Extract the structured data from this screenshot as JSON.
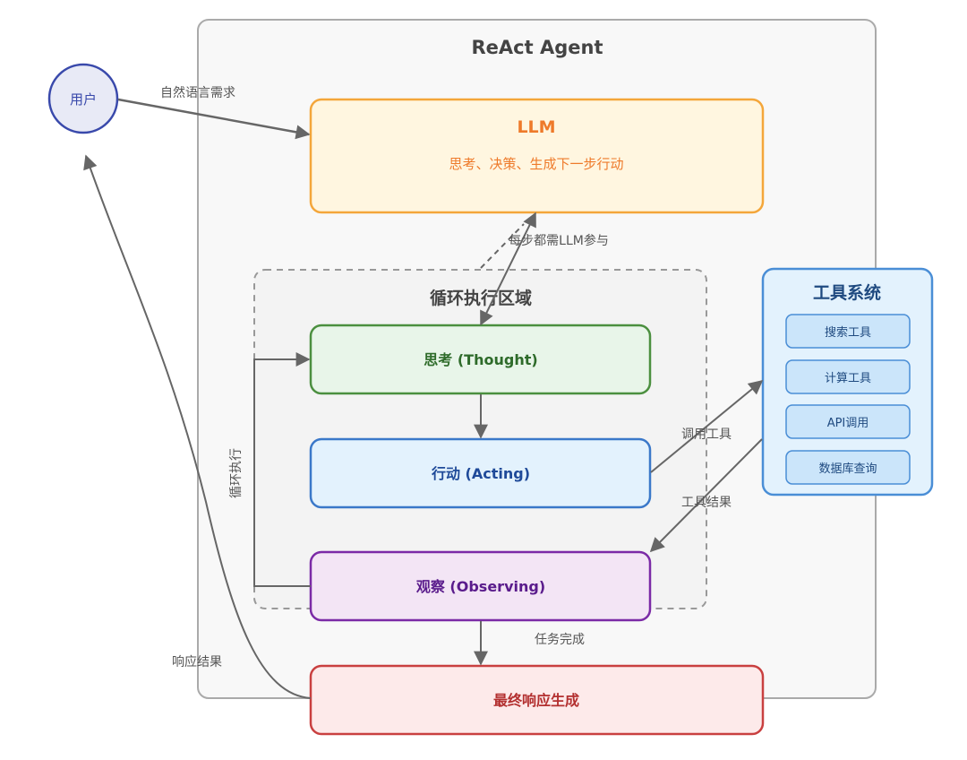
{
  "title": "ReAct Agent",
  "colors": {
    "arrow": "#666666",
    "text_gray": "#555555",
    "container_fill": "#f8f8f8",
    "container_stroke": "#aaaaaa",
    "loop_fill": "#f3f3f3",
    "loop_stroke": "#999999",
    "user_fill": "#e8eaf6",
    "user_stroke": "#3949ab",
    "llm_fill": "#fff6e0",
    "llm_stroke": "#f4a63a",
    "llm_text": "#ee7a2a",
    "thought_fill": "#e8f5e9",
    "thought_stroke": "#4b8f3f",
    "thought_text": "#2e6b2a",
    "acting_fill": "#e3f2fd",
    "acting_stroke": "#3a78c9",
    "acting_text": "#1f4a99",
    "observe_fill": "#f3e5f5",
    "observe_stroke": "#7b2aa6",
    "observe_text": "#5a1c8c",
    "final_fill": "#fdeaea",
    "final_stroke": "#c94040",
    "final_text": "#b33030",
    "tools_fill": "#e3f2fd",
    "tools_stroke": "#4a8ed6",
    "tool_item_fill": "#cbe5fa",
    "tools_text": "#1f4a80"
  },
  "nodes": {
    "user": "用户",
    "llm": {
      "title": "LLM",
      "subtitle": "思考、决策、生成下一步行动"
    },
    "loop_region": "循环执行区域",
    "thought": "思考 (Thought)",
    "acting": "行动 (Acting)",
    "observing": "观察 (Observing)",
    "final": "最终响应生成",
    "tools": {
      "title": "工具系统",
      "items": [
        "搜索工具",
        "计算工具",
        "API调用",
        "数据库查询"
      ]
    }
  },
  "edges": {
    "user_to_llm": "自然语言需求",
    "llm_thought": "每步都需LLM参与",
    "loop_back": "循环执行",
    "call_tool": "调用工具",
    "tool_result": "工具结果",
    "task_done": "任务完成",
    "response": "响应结果"
  }
}
